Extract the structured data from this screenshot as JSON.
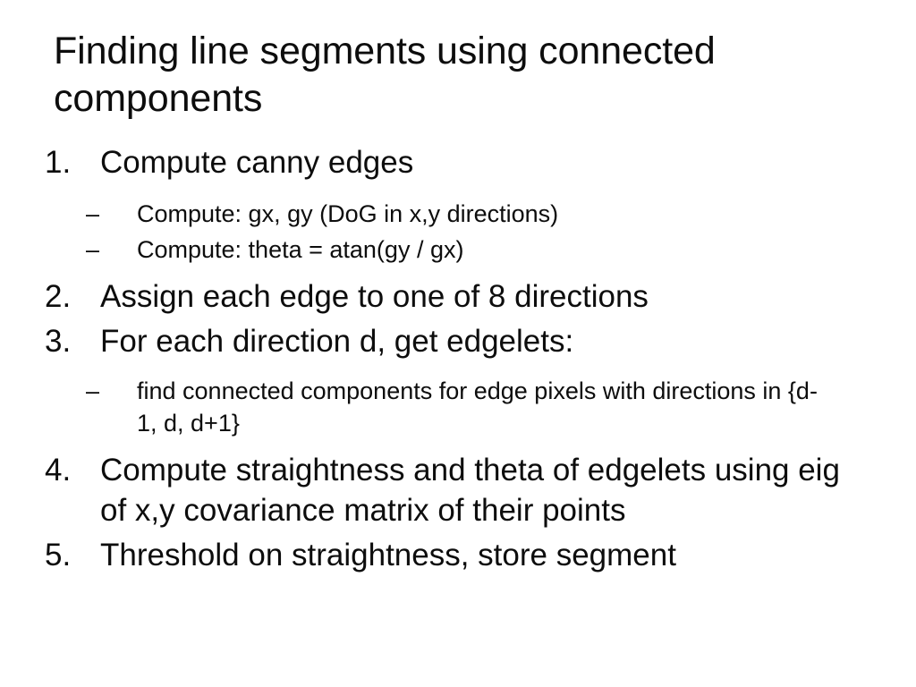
{
  "slide": {
    "title": "Finding line segments using connected components",
    "background_color": "#ffffff",
    "text_color": "#0d0d0d",
    "outline": [
      {
        "level": 1,
        "marker": "1.",
        "text": "Compute canny edges"
      },
      {
        "level": 2,
        "marker": "–",
        "text": "Compute: gx, gy (DoG in x,y directions)"
      },
      {
        "level": 2,
        "marker": "–",
        "text": "Compute: theta = atan(gy / gx)"
      },
      {
        "level": 1,
        "marker": "2.",
        "text": "Assign each edge to one of 8 directions"
      },
      {
        "level": 1,
        "marker": "3.",
        "text": "For each direction d, get edgelets:"
      },
      {
        "level": 2,
        "marker": "–",
        "text": "find connected components for edge pixels with directions in {d-1, d, d+1}"
      },
      {
        "level": 1,
        "marker": "4.",
        "text": "Compute straightness and theta of edgelets using eig of x,y covariance matrix of their points"
      },
      {
        "level": 1,
        "marker": "5.",
        "text": "Threshold on straightness, store segment"
      }
    ]
  }
}
